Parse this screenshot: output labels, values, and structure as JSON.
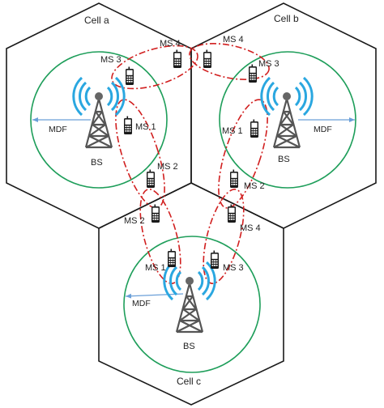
{
  "cells": {
    "a": {
      "label": "Cell a"
    },
    "b": {
      "label": "Cell b"
    },
    "c": {
      "label": "Cell c"
    }
  },
  "base_stations": {
    "a": {
      "label": "BS",
      "mdf_label": "MDF"
    },
    "b": {
      "label": "BS",
      "mdf_label": "MDF"
    },
    "c": {
      "label": "BS",
      "mdf_label": "MDF"
    }
  },
  "mobile_stations": {
    "a_ms1": "MS 1",
    "a_ms2": "MS 2",
    "a_ms3": "MS 3",
    "a_ms4": "MS 4",
    "b_ms1": "MS 1",
    "b_ms2": "MS 2",
    "b_ms3": "MS 3",
    "b_ms4": "MS 4",
    "c_ms1": "MS 1",
    "c_ms2": "MS 2",
    "c_ms3": "MS 3",
    "c_ms4": "MS 4"
  },
  "colors": {
    "hexagon": "#1a1a1a",
    "coverage_circle": "#1e9e5a",
    "tower": "#555555",
    "signal_waves": "#2aa7e0",
    "mdf_arrow": "#6a9fd8",
    "cluster_ellipse": "#d11f1f"
  }
}
